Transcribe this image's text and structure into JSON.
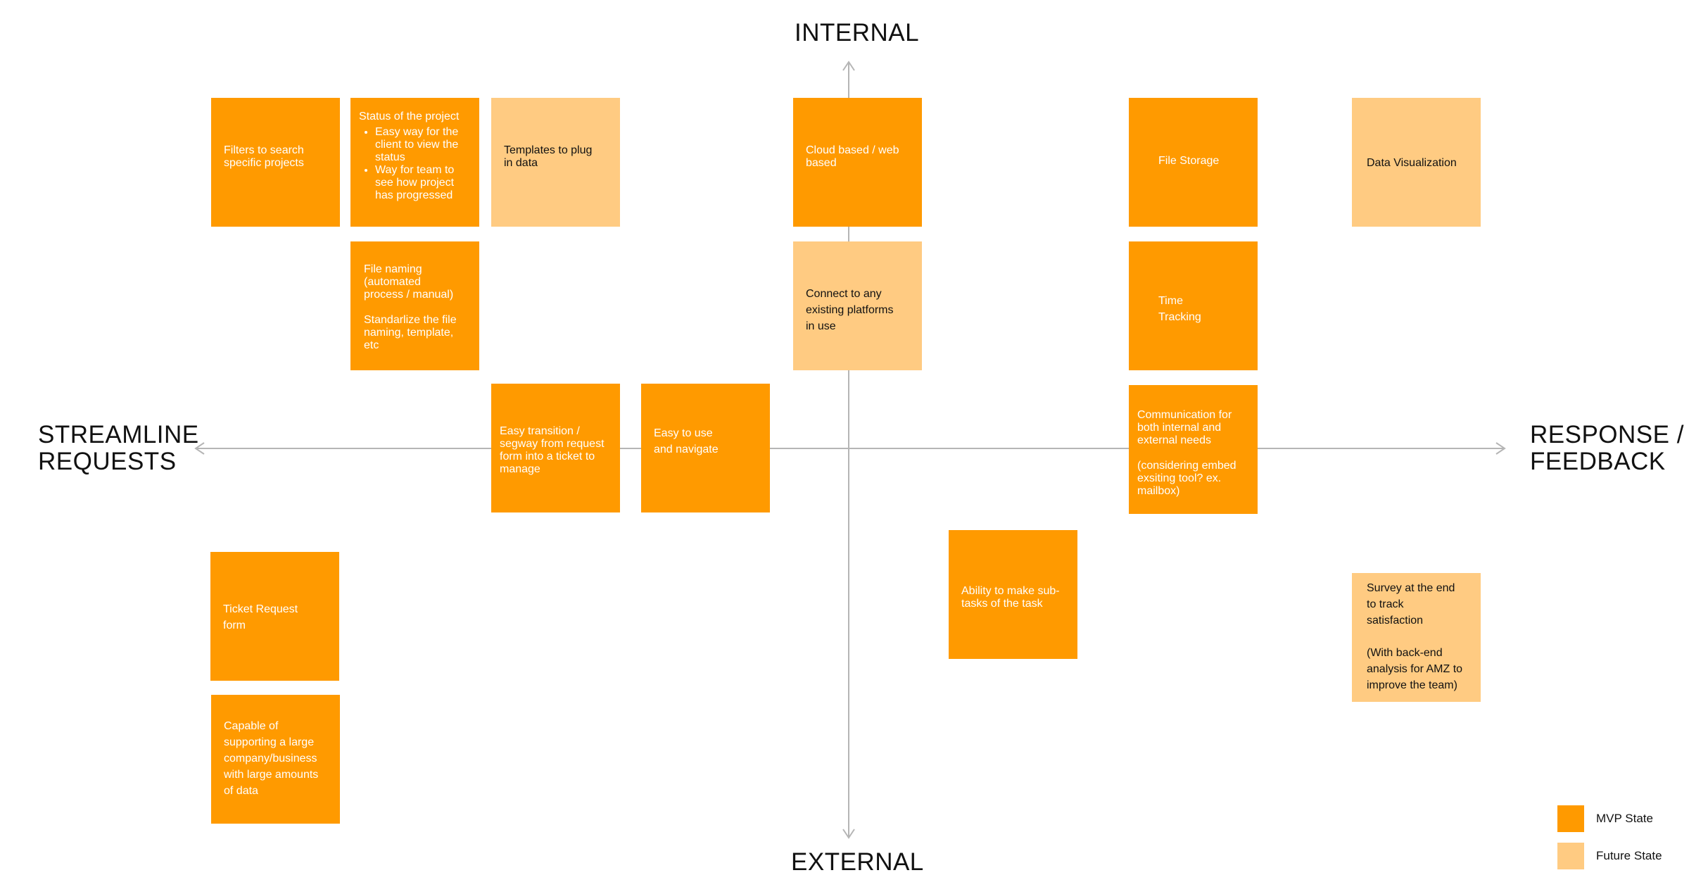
{
  "axes": {
    "top": "INTERNAL",
    "bottom": "EXTERNAL",
    "left": [
      "STREAMLINE",
      "REQUESTS"
    ],
    "right": [
      "RESPONSE /",
      "FEEDBACK"
    ]
  },
  "colors": {
    "mvp": "#ff9a00",
    "future": "#ffcb82",
    "axis": "#b5b5b5"
  },
  "notes": [
    {
      "id": "filters",
      "state": "mvp",
      "text": "Filters to search\nspecific projects"
    },
    {
      "id": "status",
      "state": "mvp",
      "text": "Status of the project",
      "bullets": [
        "Easy way for the client to view the status",
        "Way for team to see how project has progressed"
      ]
    },
    {
      "id": "templates",
      "state": "future",
      "text": "Templates to plug\nin data"
    },
    {
      "id": "cloud",
      "state": "mvp",
      "text": "Cloud based / web\nbased"
    },
    {
      "id": "file-storage",
      "state": "mvp",
      "text": "File Storage"
    },
    {
      "id": "data-viz",
      "state": "future",
      "text": "Data Visualization"
    },
    {
      "id": "file-naming",
      "state": "mvp",
      "text": "File naming\n(automated\nprocess / manual)\n\nStandarlize the file\nnaming, template,\netc"
    },
    {
      "id": "connect",
      "state": "future",
      "text": "Connect to any\nexisting platforms\nin use"
    },
    {
      "id": "time-tracking",
      "state": "mvp",
      "text": "Time\nTracking"
    },
    {
      "id": "transition",
      "state": "mvp",
      "text": "Easy transition /\nsegway from request\nform into a ticket to\nmanage"
    },
    {
      "id": "easy-use",
      "state": "mvp",
      "text": "Easy to use\nand navigate"
    },
    {
      "id": "communication",
      "state": "mvp",
      "text": "Communication for\nboth internal and\nexternal needs\n\n(considering embed\nexsiting tool? ex.\nmailbox)"
    },
    {
      "id": "subtasks",
      "state": "mvp",
      "text": "Ability to make sub-\ntasks of the task"
    },
    {
      "id": "ticket",
      "state": "mvp",
      "text": "Ticket Request\nform"
    },
    {
      "id": "survey",
      "state": "future",
      "text": "Survey at the end\nto track\nsatisfaction\n\n(With back-end\nanalysis for AMZ to\nimprove the team)"
    },
    {
      "id": "capable",
      "state": "mvp",
      "text": "Capable of\nsupporting a large\ncompany/business\nwith large amounts\nof data"
    }
  ],
  "legend": [
    {
      "state": "mvp",
      "label": "MVP State"
    },
    {
      "state": "future",
      "label": "Future State"
    }
  ]
}
